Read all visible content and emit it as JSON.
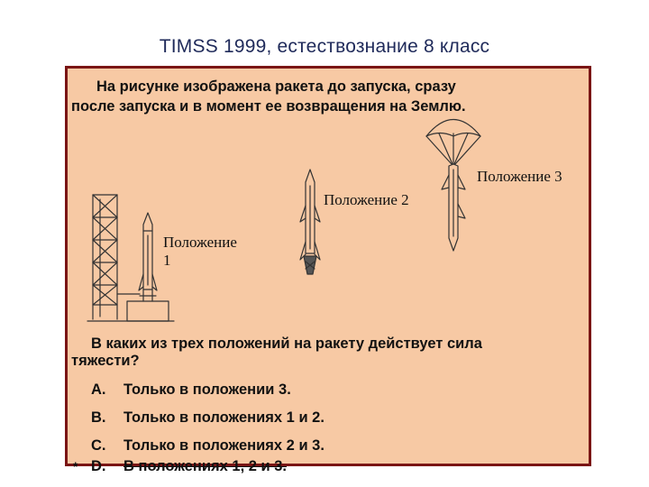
{
  "slide": {
    "title": "TIMSS 1999, естествознание 8 класс"
  },
  "question": {
    "intro_line1": "На рисунке изображена ракета до запуска, сразу",
    "intro_line2": "после запуска и в момент ее возвращения на Землю.",
    "prompt_line1": "В каких из трех положений на ракету действует сила",
    "prompt_line2": "тяжести?",
    "answer_marker": "*"
  },
  "figure": {
    "position_1_word": "Положение",
    "position_1_number": "1",
    "position_2": "Положение 2",
    "position_3": "Положение 3"
  },
  "options": [
    {
      "letter": "A.",
      "text": "Только в положении 3."
    },
    {
      "letter": "B.",
      "text": "Только в положениях 1 и 2."
    },
    {
      "letter": "C.",
      "text": "Только в положениях 2 и 3."
    },
    {
      "letter": "D.",
      "text": "В положениях 1, 2 и 3."
    }
  ],
  "colors": {
    "panel_bg": "#f7c9a4",
    "panel_border": "#7a1515",
    "title": "#1f2a5a"
  }
}
